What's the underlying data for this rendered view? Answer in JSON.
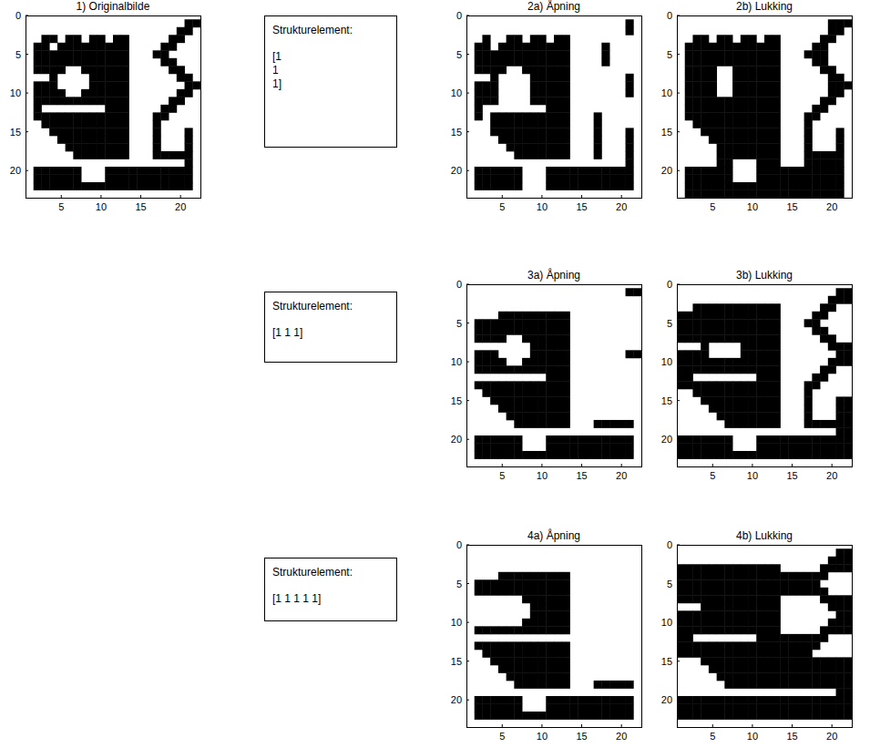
{
  "diagram": {
    "nodes": [
      {
        "text": [
          "Strukturelement:",
          "[1 1 1]"
        ]
      },
      {
        "text": [
          "Strukturelement:",
          "[1 1 1]"
        ]
      },
      {
        "text": [
          "Strukturelement:",
          "[1 1 1 1 1]"
        ]
      }
    ],
    "labels": [
      "1) Originalbilde",
      "0",
      "5",
      "10",
      "15",
      "20",
      "5",
      "10",
      "15",
      "20",
      "2a) Åpning",
      "0",
      "5",
      "10",
      "15",
      "20",
      "5",
      "10",
      "15",
      "20",
      "2b) Lukking",
      "0",
      "5",
      "10",
      "15",
      "20",
      "5",
      "10",
      "15",
      "20",
      "3a) Åpning",
      "0",
      "5",
      "10",
      "15",
      "20",
      "5",
      "10",
      "15",
      "20",
      "3b) Lukking",
      "0",
      "5",
      "10",
      "15",
      "20",
      "5",
      "10",
      "15",
      "20",
      "4a) Åpning",
      "0",
      "5",
      "10",
      "15",
      "20",
      "5",
      "10",
      "15",
      "20",
      "4b) Lukking",
      "0",
      "5",
      "10",
      "15",
      "20",
      "5",
      "10",
      "15",
      "20"
    ]
  }
}
